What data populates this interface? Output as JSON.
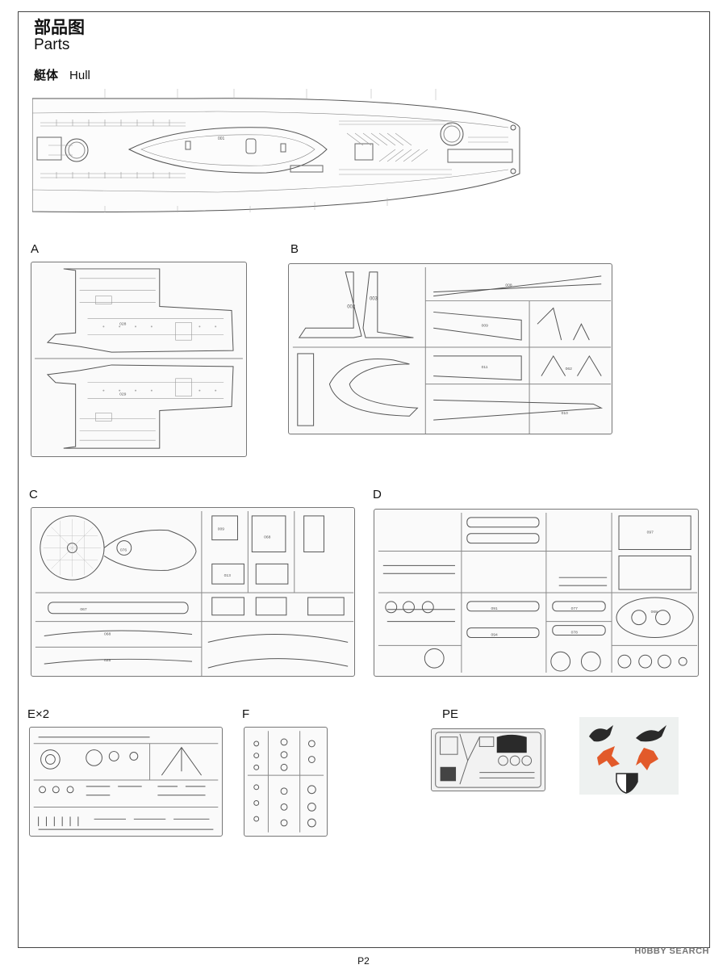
{
  "header": {
    "title_cn": "部品图",
    "title_en": "Parts"
  },
  "hull": {
    "label_cn": "艇体",
    "label_en": "Hull",
    "part_number": "001"
  },
  "sprues": {
    "a": {
      "label": "A",
      "parts": [
        "028",
        "029"
      ]
    },
    "b": {
      "label": "B",
      "parts": [
        "002",
        "003",
        "008",
        "009",
        "011",
        "062",
        "010"
      ]
    },
    "c": {
      "label": "C",
      "parts": [
        "076",
        "009",
        "068",
        "013",
        "067",
        "068",
        "025"
      ]
    },
    "d": {
      "label": "D",
      "parts": [
        "097",
        "094",
        "091",
        "077",
        "078",
        "068"
      ]
    },
    "e": {
      "label": "E×2"
    },
    "f": {
      "label": "F"
    },
    "pe": {
      "label": "PE"
    }
  },
  "footer": {
    "page": "P2"
  },
  "watermark": "H0BBY SEARCH",
  "colors": {
    "decal_dark": "#2a2a2a",
    "decal_orange": "#e25a2a",
    "line": "#555555"
  }
}
